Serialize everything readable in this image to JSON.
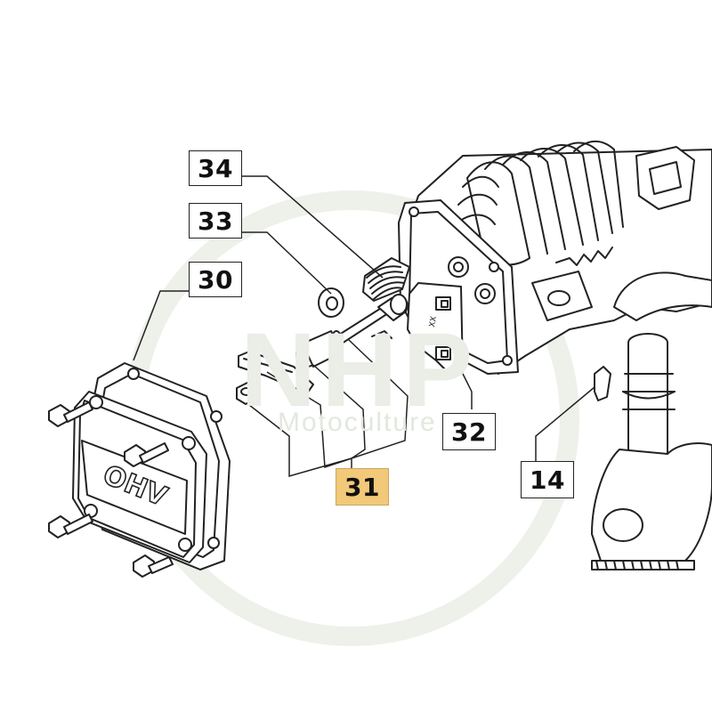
{
  "watermark": {
    "brand": "NHP",
    "tagline": "Motoculture"
  },
  "callouts": [
    {
      "id": "34",
      "label": "34",
      "highlighted": false
    },
    {
      "id": "33",
      "label": "33",
      "highlighted": false
    },
    {
      "id": "30",
      "label": "30",
      "highlighted": false
    },
    {
      "id": "32",
      "label": "32",
      "highlighted": false
    },
    {
      "id": "14",
      "label": "14",
      "highlighted": false
    },
    {
      "id": "31",
      "label": "31",
      "highlighted": true
    }
  ],
  "parts": {
    "cover_lettering": "OHV",
    "plate_marks": "XX"
  },
  "colors": {
    "line": "#222222",
    "highlight": "#f2c879",
    "watermark": "#e6ebe2",
    "background": "#ffffff"
  }
}
